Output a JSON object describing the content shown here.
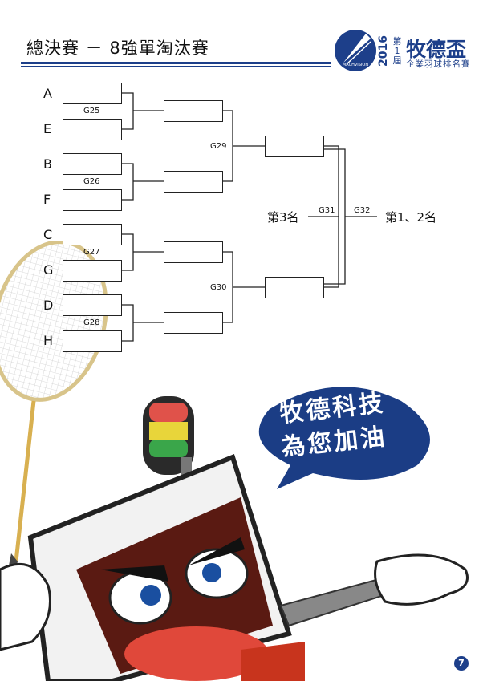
{
  "header": {
    "title": "總決賽 － 8強單淘汰賽",
    "logo": {
      "year": "2016",
      "edition": "第1屆",
      "name": "牧德盃",
      "subtitle": "企業羽球排名賽",
      "badge": "MACHVISION"
    }
  },
  "bracket": {
    "teams": [
      "A",
      "E",
      "B",
      "F",
      "C",
      "G",
      "D",
      "H"
    ],
    "games": {
      "g25": "G25",
      "g26": "G26",
      "g27": "G27",
      "g28": "G28",
      "g29": "G29",
      "g30": "G30",
      "g31": "G31",
      "g32": "G32"
    },
    "third_place_label": "第3名",
    "final_label": "第1、2名"
  },
  "bubble": {
    "line1": "牧德科技",
    "line2": "為您加油"
  },
  "page_number": "7",
  "colors": {
    "brand": "#1d3f8a",
    "bubble": "#1b3d85",
    "mascot_red": "#c8341d"
  }
}
